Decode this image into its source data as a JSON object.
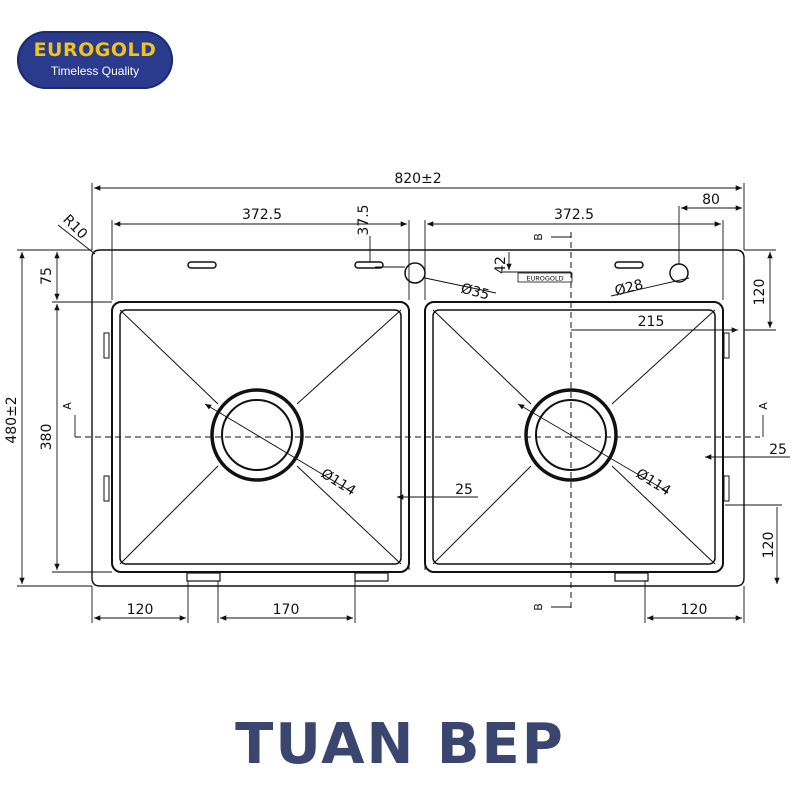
{
  "logo": {
    "brand": "EUROGOLD",
    "tagline": "Timeless Quality"
  },
  "dimensions": {
    "overall_width": "820±2",
    "overall_depth": "480±2",
    "bowl_width_left": "372.5",
    "bowl_width_right": "372.5",
    "deck_offset": "37.5",
    "right_edge_offset": "80",
    "corner_radius": "R10",
    "top_margin": "75",
    "bowl_depth": "380",
    "drain_left": "Ø114",
    "drain_right": "Ø114",
    "tap_hole_left": "Ø35",
    "tap_hole_right": "Ø28",
    "label_42": "42",
    "label_120_right_top": "120",
    "label_215": "215",
    "label_25_center": "25",
    "label_25_right": "25",
    "label_120_right_bottom": "120",
    "bottom_left_120": "120",
    "bottom_170": "170",
    "bottom_right_120": "120",
    "emboss_brand": "EUROGOLD"
  },
  "section_marks": {
    "a_left": "A",
    "a_right": "A",
    "b_top": "B",
    "b_bottom": "B"
  },
  "footer": {
    "title": "TUAN BEP"
  },
  "colors": {
    "logo_bg": "#2a3a8c",
    "logo_text": "#f2c318",
    "footer_text": "#3a4670",
    "line": "#111111"
  }
}
